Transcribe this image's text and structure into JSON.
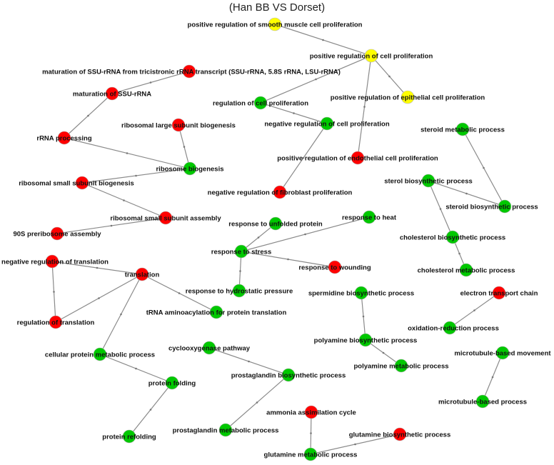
{
  "title": "(Han BB VS Dorset)",
  "colors": {
    "up": "#ff0000",
    "down": "#00c800",
    "mixed": "#ffff00",
    "edge": "#8a8a8a"
  },
  "nodes": [
    {
      "id": "smooth",
      "label": "positive regulation of smooth muscle cell proliferation",
      "status": "mixed"
    },
    {
      "id": "pos_cell",
      "label": "positive regulation of cell proliferation",
      "status": "mixed"
    },
    {
      "id": "matur_tri",
      "label": "maturation of SSU-rRNA from tricistronic rRNA transcript (SSU-rRNA, 5.8S rRNA, LSU-rRNA)",
      "status": "up"
    },
    {
      "id": "matur_ssu",
      "label": "maturation of SSU-rRNA",
      "status": "up"
    },
    {
      "id": "reg_cell",
      "label": "regulation of cell proliferation",
      "status": "down"
    },
    {
      "id": "pos_epi",
      "label": "positive regulation of epithelial cell proliferation",
      "status": "mixed"
    },
    {
      "id": "neg_cell",
      "label": "negative regulation of cell proliferation",
      "status": "down"
    },
    {
      "id": "ribo_large",
      "label": "ribosomal large subunit biogenesis",
      "status": "up"
    },
    {
      "id": "steroid_met",
      "label": "steroid metabolic process",
      "status": "down"
    },
    {
      "id": "rrna",
      "label": "rRNA processing",
      "status": "up"
    },
    {
      "id": "pos_endo",
      "label": "positive regulation of endothelial cell proliferation",
      "status": "up"
    },
    {
      "id": "ribo_bio",
      "label": "ribosome biogenesis",
      "status": "down"
    },
    {
      "id": "ribo_small_bio",
      "label": "ribosomal small subunit biogenesis",
      "status": "up"
    },
    {
      "id": "sterol_bio",
      "label": "sterol biosynthetic process",
      "status": "down"
    },
    {
      "id": "neg_fibro",
      "label": "negative regulation of fibroblast proliferation",
      "status": "up"
    },
    {
      "id": "steroid_bio",
      "label": "steroid biosynthetic process",
      "status": "down"
    },
    {
      "id": "ribo_small_asm",
      "label": "ribosomal small subunit assembly",
      "status": "up"
    },
    {
      "id": "pre90s",
      "label": "90S preribosome assembly",
      "status": "up"
    },
    {
      "id": "unfolded",
      "label": "response to unfolded protein",
      "status": "down"
    },
    {
      "id": "heat",
      "label": "response to heat",
      "status": "down"
    },
    {
      "id": "chol_bio",
      "label": "cholesterol biosynthetic process",
      "status": "down"
    },
    {
      "id": "stress",
      "label": "response to stress",
      "status": "down"
    },
    {
      "id": "neg_trans",
      "label": "negative regulation of translation",
      "status": "up"
    },
    {
      "id": "translation",
      "label": "translation",
      "status": "up"
    },
    {
      "id": "wounding",
      "label": "response to wounding",
      "status": "up"
    },
    {
      "id": "chol_met",
      "label": "cholesterol metabolic process",
      "status": "down"
    },
    {
      "id": "hydro",
      "label": "response to hydrostatic pressure",
      "status": "down"
    },
    {
      "id": "electron",
      "label": "electron transport chain",
      "status": "up"
    },
    {
      "id": "spermidine",
      "label": "spermidine biosynthetic process",
      "status": "down"
    },
    {
      "id": "reg_trans",
      "label": "regulation of translation",
      "status": "up"
    },
    {
      "id": "trna",
      "label": "tRNA aminoacylation for protein translation",
      "status": "down"
    },
    {
      "id": "oxred",
      "label": "oxidation-reduction process",
      "status": "down"
    },
    {
      "id": "polyamine_bio",
      "label": "polyamine biosynthetic process",
      "status": "down"
    },
    {
      "id": "cell_prot",
      "label": "cellular protein metabolic process",
      "status": "down"
    },
    {
      "id": "cox",
      "label": "cyclooxygenase pathway",
      "status": "down"
    },
    {
      "id": "pg_bio",
      "label": "prostaglandin biosynthetic process",
      "status": "down"
    },
    {
      "id": "polyamine_met",
      "label": "polyamine metabolic process",
      "status": "down"
    },
    {
      "id": "mt_move",
      "label": "microtubule-based movement",
      "status": "down"
    },
    {
      "id": "prot_fold",
      "label": "protein folding",
      "status": "down"
    },
    {
      "id": "mt_proc",
      "label": "microtubule-based process",
      "status": "down"
    },
    {
      "id": "ammonia",
      "label": "ammonia assimilation cycle",
      "status": "up"
    },
    {
      "id": "pg_met",
      "label": "prostaglandin metabolic process",
      "status": "down"
    },
    {
      "id": "glut_bio",
      "label": "glutamine biosynthetic process",
      "status": "up"
    },
    {
      "id": "prot_refold",
      "label": "protein refolding",
      "status": "down"
    },
    {
      "id": "glut_met",
      "label": "glutamine metabolic process",
      "status": "down"
    }
  ],
  "edges": [
    [
      "smooth",
      "pos_cell"
    ],
    [
      "pos_cell",
      "reg_cell"
    ],
    [
      "pos_cell",
      "pos_epi"
    ],
    [
      "pos_cell",
      "pos_endo"
    ],
    [
      "reg_cell",
      "neg_cell"
    ],
    [
      "neg_cell",
      "neg_fibro"
    ],
    [
      "matur_tri",
      "matur_ssu"
    ],
    [
      "matur_ssu",
      "rrna"
    ],
    [
      "rrna",
      "ribo_bio"
    ],
    [
      "ribo_large",
      "ribo_bio"
    ],
    [
      "ribo_bio",
      "ribo_small_bio"
    ],
    [
      "ribo_small_asm",
      "ribo_small_bio"
    ],
    [
      "pre90s",
      "ribo_small_asm"
    ],
    [
      "steroid_met",
      "steroid_bio"
    ],
    [
      "sterol_bio",
      "steroid_bio"
    ],
    [
      "sterol_bio",
      "chol_bio"
    ],
    [
      "chol_bio",
      "chol_met"
    ],
    [
      "unfolded",
      "stress"
    ],
    [
      "heat",
      "stress"
    ],
    [
      "stress",
      "wounding"
    ],
    [
      "stress",
      "hydro"
    ],
    [
      "neg_trans",
      "translation"
    ],
    [
      "neg_trans",
      "reg_trans"
    ],
    [
      "reg_trans",
      "translation"
    ],
    [
      "trna",
      "translation"
    ],
    [
      "cell_prot",
      "translation"
    ],
    [
      "cell_prot",
      "prot_fold"
    ],
    [
      "prot_fold",
      "prot_refold"
    ],
    [
      "electron",
      "oxred"
    ],
    [
      "spermidine",
      "polyamine_bio"
    ],
    [
      "polyamine_bio",
      "polyamine_met"
    ],
    [
      "mt_move",
      "mt_proc"
    ],
    [
      "cox",
      "pg_bio"
    ],
    [
      "pg_bio",
      "pg_met"
    ],
    [
      "ammonia",
      "glut_met"
    ],
    [
      "glut_bio",
      "glut_met"
    ]
  ]
}
